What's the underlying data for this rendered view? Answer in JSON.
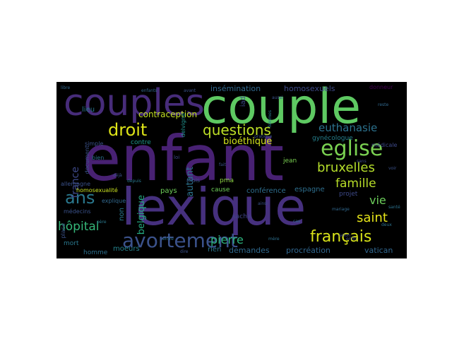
{
  "wordcloud": {
    "background": "#000000",
    "words": [
      {
        "text": "couple",
        "color": "#5ec962"
      },
      {
        "text": "couples",
        "color": "#472c7a"
      },
      {
        "text": "enfant",
        "color": "#482173"
      },
      {
        "text": "lexique",
        "color": "#46307e"
      },
      {
        "text": "avortement",
        "color": "#3b528b"
      },
      {
        "text": "eglise",
        "color": "#7ad151"
      },
      {
        "text": "droit",
        "color": "#dde318"
      },
      {
        "text": "questions",
        "color": "#bddf26"
      },
      {
        "text": "ans",
        "color": "#2a788e"
      },
      {
        "text": "français",
        "color": "#d8e219"
      },
      {
        "text": "bruxelles",
        "color": "#b5de2b"
      },
      {
        "text": "famille",
        "color": "#b8de29"
      },
      {
        "text": "saint",
        "color": "#e5e419"
      },
      {
        "text": "euthanasie",
        "color": "#2c728e"
      },
      {
        "text": "hôpital",
        "color": "#35b779"
      },
      {
        "text": "vie",
        "color": "#6ccd5a"
      },
      {
        "text": "pierre",
        "color": "#2db27d"
      },
      {
        "text": "france",
        "color": "#3e4989"
      },
      {
        "text": "belgique",
        "color": "#25ab82"
      },
      {
        "text": "bioéthique",
        "color": "#d2e21b"
      },
      {
        "text": "insémination",
        "color": "#31688e"
      },
      {
        "text": "homosexuels",
        "color": "#3e4a89"
      },
      {
        "text": "contraception",
        "color": "#c2df23"
      },
      {
        "text": "autant",
        "color": "#2c738e"
      },
      {
        "text": "demandes",
        "color": "#30698e"
      },
      {
        "text": "procréation",
        "color": "#31668e"
      },
      {
        "text": "vatican",
        "color": "#31668e"
      },
      {
        "text": "espagne",
        "color": "#2e6f8e"
      },
      {
        "text": "conférence",
        "color": "#2e6e8e"
      },
      {
        "text": "gynécologue",
        "color": "#26818e"
      },
      {
        "text": "projet",
        "color": "#3e4a89"
      },
      {
        "text": "homosexualité",
        "color": "#c8e020"
      },
      {
        "text": "pays",
        "color": "#6ece58"
      },
      {
        "text": "lieu",
        "color": "#2a788e"
      },
      {
        "text": "rien",
        "color": "#2a788e"
      },
      {
        "text": "médecins",
        "color": "#3b528b"
      },
      {
        "text": "jean",
        "color": "#7ad151"
      },
      {
        "text": "pma",
        "color": "#8fd744"
      },
      {
        "text": "sacha",
        "color": "#404588"
      },
      {
        "text": "mois",
        "color": "#38598c"
      },
      {
        "text": "delvigne",
        "color": "#21918c"
      },
      {
        "text": "cause",
        "color": "#6ece58"
      },
      {
        "text": "mort",
        "color": "#2a788e"
      },
      {
        "text": "homme",
        "color": "#2d708e"
      },
      {
        "text": "document",
        "color": "#3b528b"
      },
      {
        "text": "allemagne",
        "color": "#3b528b"
      },
      {
        "text": "explique",
        "color": "#31688e"
      },
      {
        "text": "moeurs",
        "color": "#25848e"
      },
      {
        "text": "donneur",
        "color": "#440154"
      },
      {
        "text": "médicale",
        "color": "#3e4a89"
      },
      {
        "text": "place",
        "color": "#3b528b"
      },
      {
        "text": "simple",
        "color": "#3b528b"
      },
      {
        "text": "contre",
        "color": "#1f988b"
      },
      {
        "text": "iad",
        "color": "#3e4a89"
      },
      {
        "text": "non",
        "color": "#2a788e"
      },
      {
        "text": "bien",
        "color": "#2c728e"
      },
      {
        "text": "loi",
        "color": "#3e4a89"
      },
      {
        "text": "avant",
        "color": "#3b528b"
      },
      {
        "text": "femmes",
        "color": "#2a788e"
      },
      {
        "text": "enfants",
        "color": "#31688e"
      },
      {
        "text": "fait",
        "color": "#3b528b"
      },
      {
        "text": "mère",
        "color": "#2d708e"
      },
      {
        "text": "reste",
        "color": "#31688e"
      },
      {
        "text": "voir",
        "color": "#3b528b"
      },
      {
        "text": "deux",
        "color": "#2c728e"
      },
      {
        "text": "selon",
        "color": "#3e4a89"
      },
      {
        "text": "dire",
        "color": "#3b528b"
      },
      {
        "text": "depuis",
        "color": "#2a788e"
      },
      {
        "text": "ainsi",
        "color": "#3b528b"
      },
      {
        "text": "cas",
        "color": "#31688e"
      },
      {
        "text": "entre",
        "color": "#2d708e"
      },
      {
        "text": "sans",
        "color": "#3e4a89"
      },
      {
        "text": "aussi",
        "color": "#3b528b"
      },
      {
        "text": "père",
        "color": "#2a788e"
      },
      {
        "text": "libre",
        "color": "#31688e"
      },
      {
        "text": "déjà",
        "color": "#3b528b"
      },
      {
        "text": "enfin",
        "color": "#3e4a89"
      },
      {
        "text": "santé",
        "color": "#2c728e"
      },
      {
        "text": "mariage",
        "color": "#31688e"
      },
      {
        "text": "pratique",
        "color": "#3b528b"
      }
    ]
  }
}
